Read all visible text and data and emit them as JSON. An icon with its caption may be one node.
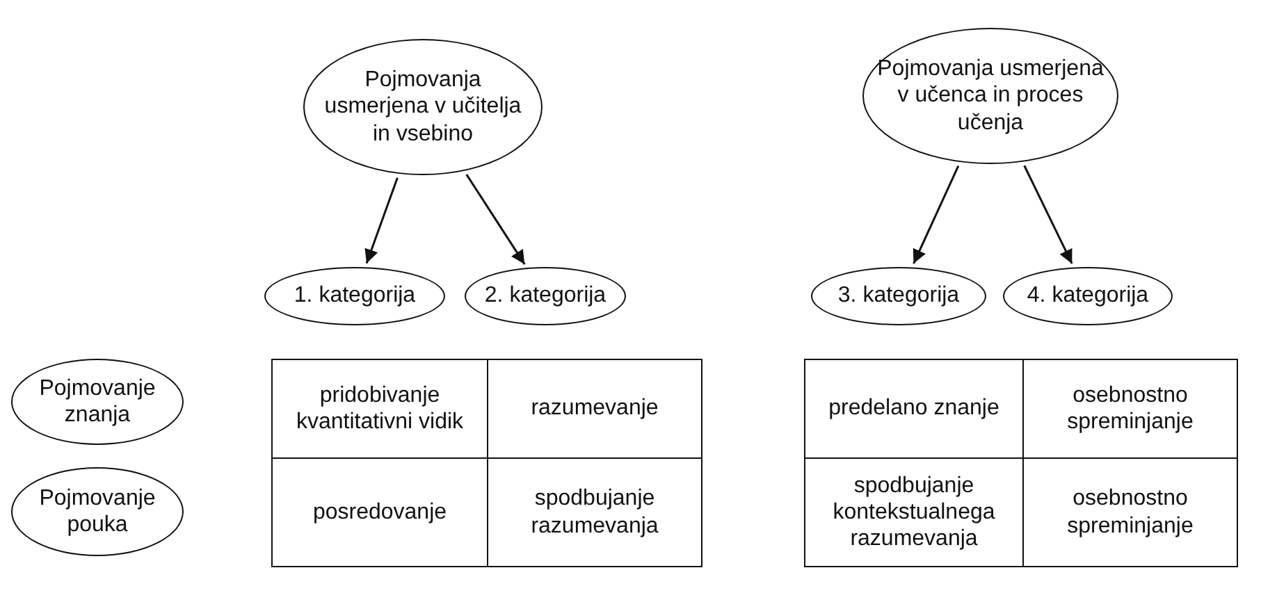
{
  "diagram": {
    "nodes": [
      {
        "text": [
          "Pojmovanja usmerjena v učitelja in vsebino"
        ]
      },
      {
        "text": [
          "Pojmovanja usmerjena v učenca in proces učenja"
        ]
      },
      {
        "text": [
          "1. kategorija"
        ]
      },
      {
        "text": [
          "2. kategorija"
        ]
      },
      {
        "text": [
          "3. kategorija"
        ]
      },
      {
        "text": [
          "4. kategorija"
        ]
      },
      {
        "text": [
          "Pojmovanje znanja"
        ]
      },
      {
        "text": [
          "pridobivanje kvantitativni vidik"
        ]
      },
      {
        "text": [
          "razumevanje"
        ]
      },
      {
        "text": [
          "predelano znanje"
        ]
      },
      {
        "text": [
          "osebnostno spreminjanje"
        ]
      },
      {
        "text": [
          "Pojmovanje pouka"
        ]
      },
      {
        "text": [
          "posredovanje"
        ]
      },
      {
        "text": [
          "spodbujanje razumevanja"
        ]
      },
      {
        "text": [
          "spodbujanje kontekstualnega razumevanja"
        ]
      },
      {
        "text": [
          "osebnostno spreminjanje"
        ]
      }
    ],
    "edges": [
      {
        "from": 0,
        "to": 2,
        "arrow": "to"
      },
      {
        "from": 0,
        "to": 3,
        "arrow": "to"
      },
      {
        "from": 1,
        "to": 4,
        "arrow": "to"
      },
      {
        "from": 1,
        "to": 5,
        "arrow": "to"
      }
    ]
  }
}
